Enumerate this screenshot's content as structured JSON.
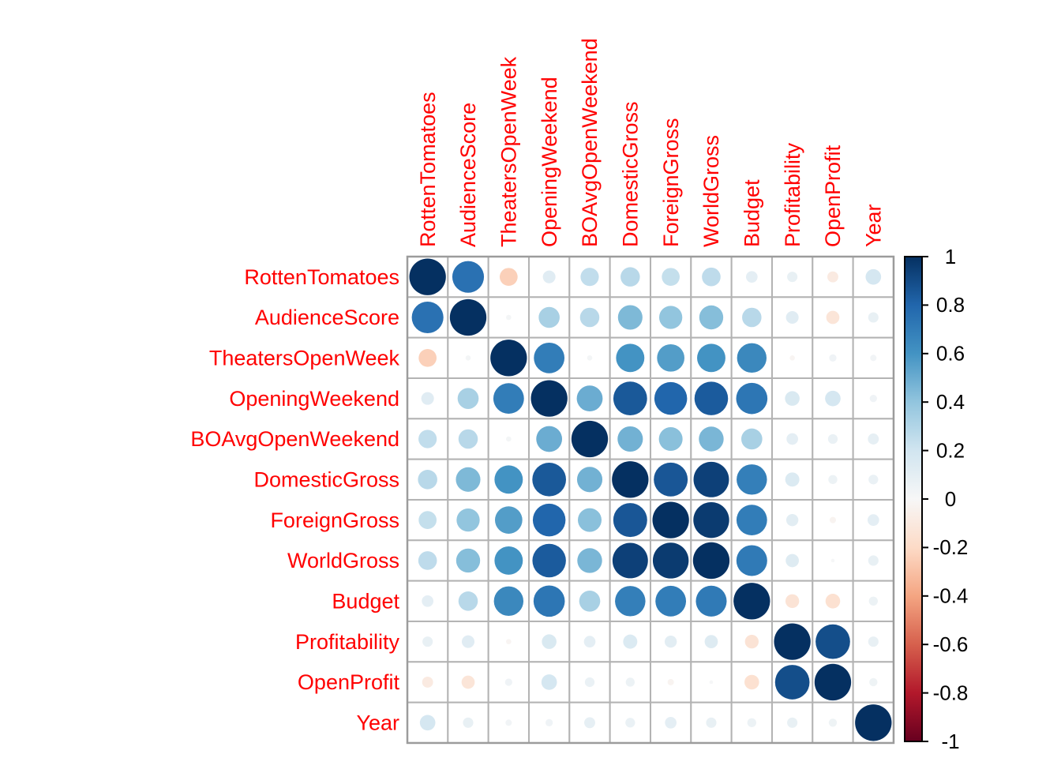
{
  "figure": {
    "background_color": "#FFFFFF",
    "label_color": "#FF0000",
    "grid_color": "#B3B3B3",
    "outer_border_color": "#9C9C9C",
    "colorbar_border_color": "#000000",
    "tick_label_color": "#000000"
  },
  "chart_data": {
    "type": "heatmap",
    "subtype": "correlation-circle-matrix",
    "title": "",
    "xlabel": "",
    "ylabel": "",
    "grid": "on",
    "legend_position": "right",
    "value_range": [
      -1,
      1
    ],
    "variables": [
      "RottenTomatoes",
      "AudienceScore",
      "TheatersOpenWeek",
      "OpeningWeekend",
      "BOAvgOpenWeekend",
      "DomesticGross",
      "ForeignGross",
      "WorldGross",
      "Budget",
      "Profitability",
      "OpenProfit",
      "Year"
    ],
    "matrix": [
      [
        1.0,
        0.75,
        -0.24,
        0.12,
        0.25,
        0.28,
        0.24,
        0.26,
        0.1,
        0.08,
        -0.09,
        0.18
      ],
      [
        0.75,
        1.0,
        0.02,
        0.33,
        0.28,
        0.45,
        0.4,
        0.43,
        0.28,
        0.12,
        -0.13,
        0.08
      ],
      [
        -0.24,
        0.02,
        1.0,
        0.7,
        0.02,
        0.6,
        0.56,
        0.6,
        0.65,
        -0.02,
        0.04,
        0.03
      ],
      [
        0.12,
        0.33,
        0.7,
        1.0,
        0.5,
        0.85,
        0.8,
        0.84,
        0.73,
        0.16,
        0.18,
        0.04
      ],
      [
        0.25,
        0.28,
        0.02,
        0.5,
        1.0,
        0.48,
        0.42,
        0.46,
        0.33,
        0.1,
        0.07,
        0.09
      ],
      [
        0.28,
        0.45,
        0.6,
        0.85,
        0.48,
        1.0,
        0.86,
        0.94,
        0.69,
        0.15,
        0.06,
        0.07
      ],
      [
        0.24,
        0.4,
        0.56,
        0.8,
        0.42,
        0.86,
        1.0,
        0.96,
        0.7,
        0.11,
        -0.03,
        0.1
      ],
      [
        0.26,
        0.43,
        0.6,
        0.84,
        0.46,
        0.94,
        0.96,
        1.0,
        0.71,
        0.13,
        0.01,
        0.08
      ],
      [
        0.1,
        0.28,
        0.65,
        0.73,
        0.33,
        0.69,
        0.7,
        0.71,
        1.0,
        -0.14,
        -0.16,
        0.06
      ],
      [
        0.08,
        0.12,
        -0.02,
        0.16,
        0.1,
        0.15,
        0.11,
        0.13,
        -0.14,
        1.0,
        0.89,
        0.08
      ],
      [
        -0.09,
        -0.13,
        0.04,
        0.18,
        0.07,
        0.06,
        -0.03,
        0.01,
        -0.16,
        0.89,
        1.0,
        0.05
      ],
      [
        0.18,
        0.08,
        0.03,
        0.04,
        0.09,
        0.07,
        0.1,
        0.08,
        0.06,
        0.08,
        0.05,
        1.0
      ]
    ],
    "colorbar_ticks": [
      {
        "label": "1",
        "value": 1.0
      },
      {
        "label": "0.8",
        "value": 0.8
      },
      {
        "label": "0.6",
        "value": 0.6
      },
      {
        "label": "0.4",
        "value": 0.4
      },
      {
        "label": "0.2",
        "value": 0.2
      },
      {
        "label": "0",
        "value": 0.0
      },
      {
        "label": "-0.2",
        "value": -0.2
      },
      {
        "label": "-0.4",
        "value": -0.4
      },
      {
        "label": "-0.6",
        "value": -0.6
      },
      {
        "label": "-0.8",
        "value": -0.8
      },
      {
        "label": "-1",
        "value": -1.0
      }
    ],
    "colormap_rdbu": [
      "#67001F",
      "#B2182B",
      "#D6604D",
      "#F4A582",
      "#FDDBC7",
      "#F7F7F7",
      "#D1E5F0",
      "#92C5DE",
      "#4393C3",
      "#2166AC",
      "#053061"
    ]
  }
}
